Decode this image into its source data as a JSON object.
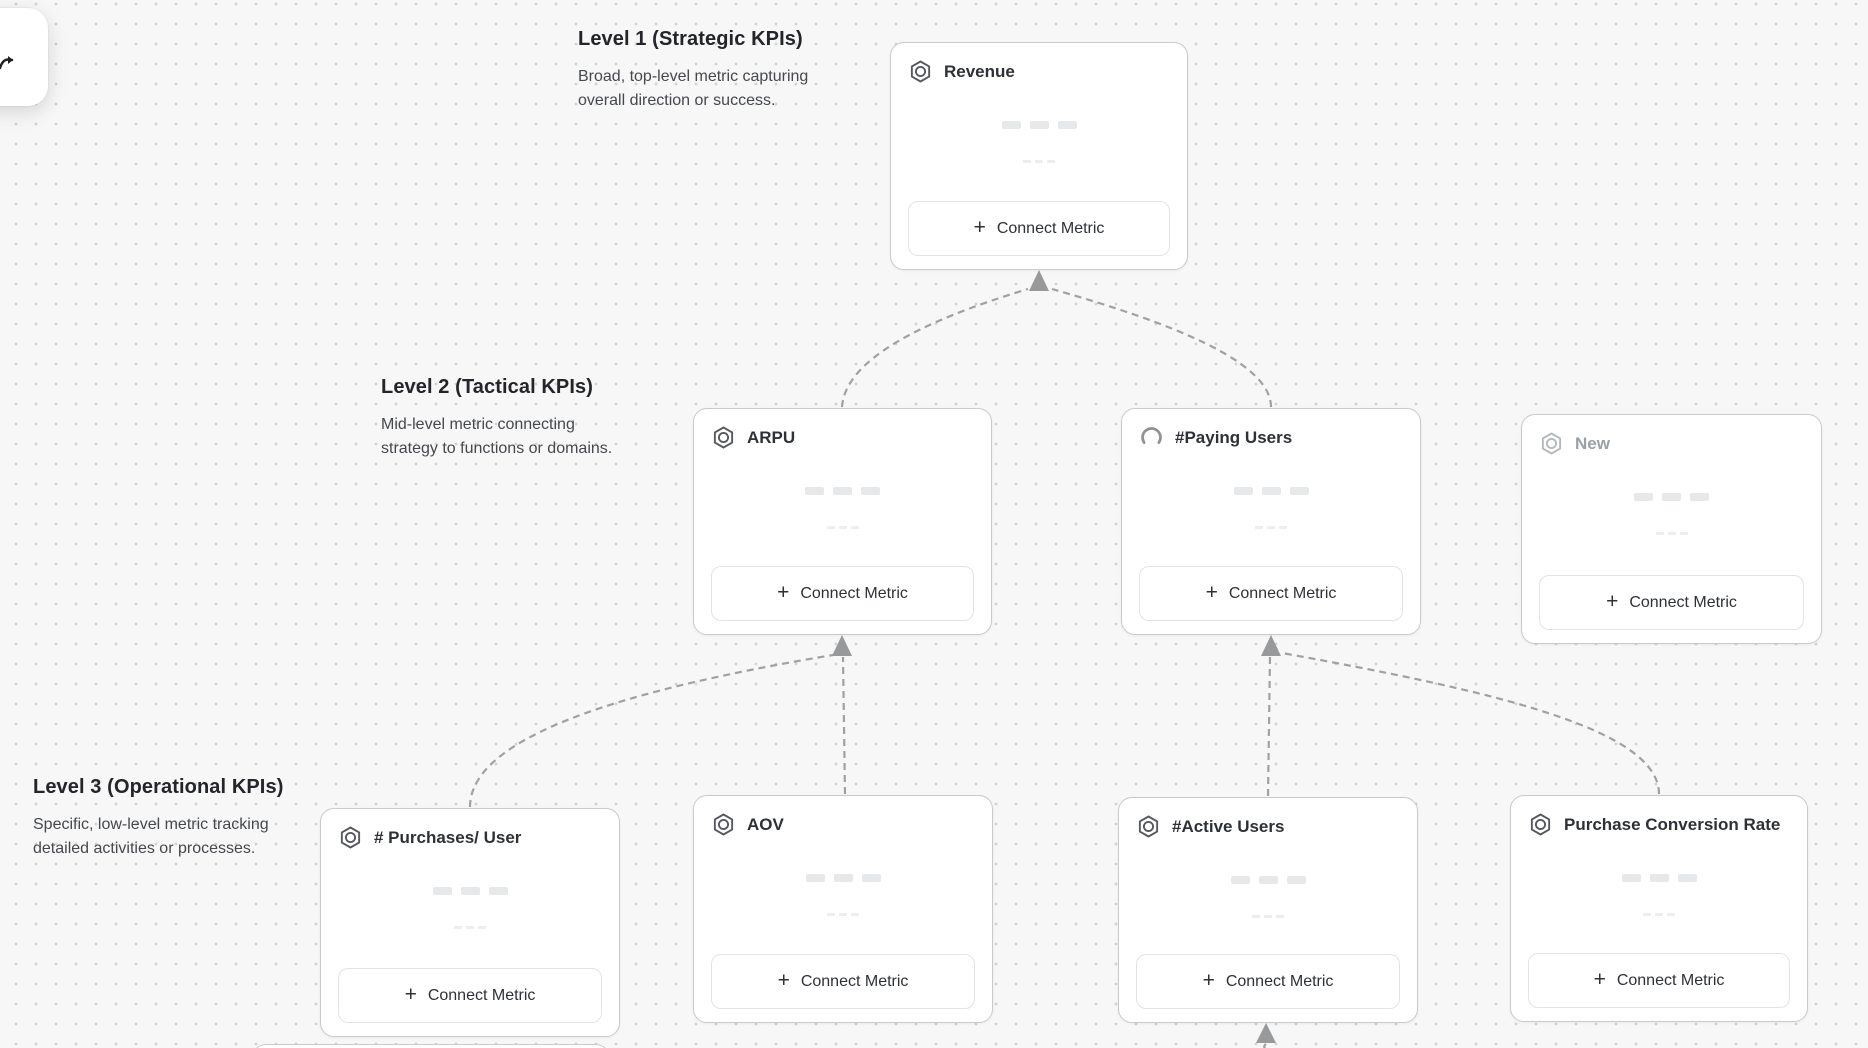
{
  "levels": [
    {
      "title": "Level 1 (Strategic KPIs)",
      "description": "Broad, top-level metric capturing overall direction or success."
    },
    {
      "title": "Level 2 (Tactical KPIs)",
      "description": "Mid-level metric connecting strategy to functions or domains."
    },
    {
      "title": "Level 3 (Operational KPIs)",
      "description": "Specific, low-level metric tracking detailed activities or processes."
    }
  ],
  "cards": [
    {
      "title": "Revenue",
      "icon": "hexagon-metric-icon"
    },
    {
      "title": "ARPU",
      "icon": "hexagon-metric-icon"
    },
    {
      "title": "#Paying Users",
      "icon": "loading-spinner-icon"
    },
    {
      "title": "New",
      "icon": "hexagon-metric-icon",
      "state": "muted"
    },
    {
      "title": "# Purchases/ User",
      "icon": "hexagon-metric-icon"
    },
    {
      "title": "AOV",
      "icon": "hexagon-metric-icon"
    },
    {
      "title": "#Active Users",
      "icon": "hexagon-metric-icon"
    },
    {
      "title": "Purchase Conversion Rate",
      "icon": "hexagon-metric-icon"
    }
  ],
  "buttons": {
    "connect_metric": "Connect Metric",
    "plus": "+"
  },
  "colors": {
    "canvas_bg": "#f7f7f7",
    "grid_dot": "#d2d2d2",
    "card_border": "#c9cacc",
    "card_title": "#2e3135",
    "muted_title": "#9ba0a7",
    "connector": "#a0a1a3",
    "arrowhead": "#98999b"
  }
}
